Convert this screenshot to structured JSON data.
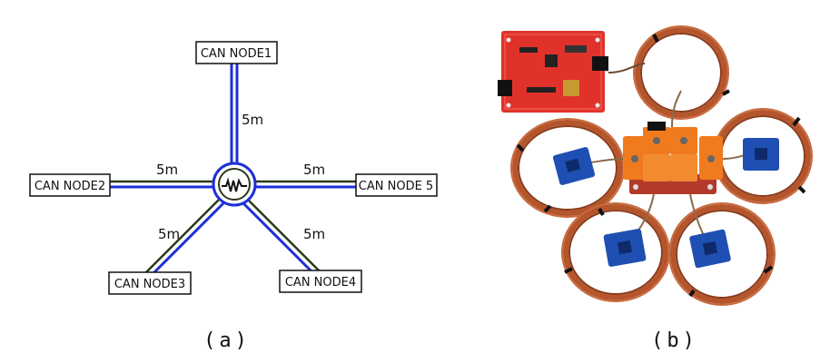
{
  "panel_a": {
    "label": "(a)",
    "nodes": {
      "node1": "CAN NODE1",
      "node2": "CAN NODE2",
      "node3": "CAN NODE3",
      "node4": "CAN NODE4",
      "node5": "CAN NODE 5"
    },
    "lengths": {
      "to_node1": "5m",
      "to_node2": "5m",
      "to_node3": "5m",
      "to_node4": "5m",
      "to_node5": "5m"
    },
    "colors": {
      "cable_high": "#1f2fd6",
      "cable_low": "#2b3a1a",
      "hub_ring": "#1f2fd6"
    }
  },
  "panel_b": {
    "label": "(b)",
    "colors": {
      "pcb_red": "#e0322b",
      "sensor_board": "#1f4fb3",
      "wire_copper": "#b5552c",
      "connector": "#f07a1e"
    }
  }
}
